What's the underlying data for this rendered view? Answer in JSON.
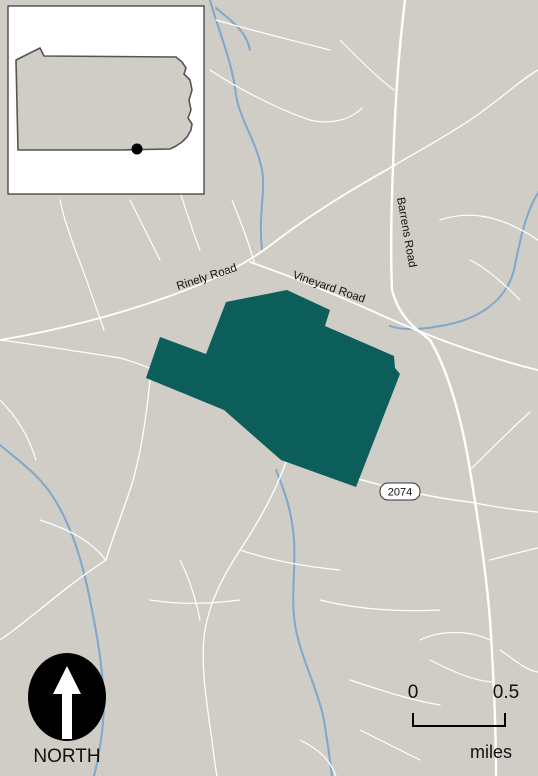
{
  "colors": {
    "background": "#cfcdc5",
    "road": "#ffffff",
    "stream": "#7fa6cc",
    "parcel": "#0b5e5a",
    "inset_state": "#cfcdc5",
    "inset_border": "#555555"
  },
  "roads": {
    "rinely": "Rinely Road",
    "vineyard": "Vineyard Road",
    "barrens": "Barrens Road"
  },
  "shield": {
    "label": "2074"
  },
  "scale_bar": {
    "start": "0",
    "end": "0.5",
    "units": "miles"
  },
  "north_arrow": {
    "label": "NORTH",
    "icon": "north-arrow-icon"
  },
  "inset": {
    "region": "Pennsylvania",
    "marker": "location-dot-icon"
  }
}
